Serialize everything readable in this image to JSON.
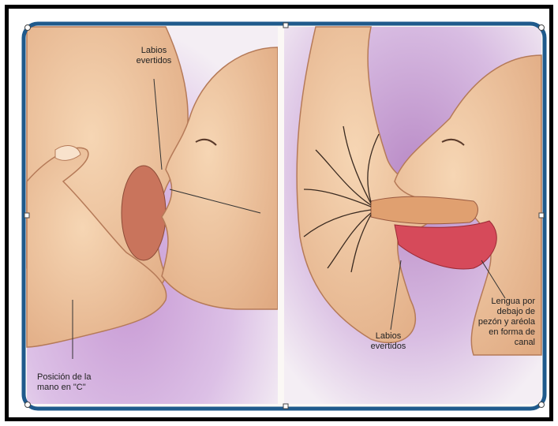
{
  "labels": {
    "labios_top_line1": "Labios",
    "labios_top_line2": "evertidos",
    "posicion_line1": "Posición de la",
    "posicion_line2": "mano en \"C\"",
    "labios_bottom_line1": "Labios",
    "labios_bottom_line2": "evertidos",
    "lengua_line1": "Lengua por",
    "lengua_line2": "debajo de",
    "lengua_line3": "pezón y aréola",
    "lengua_line4": "en forma de",
    "lengua_line5": "canal"
  },
  "colors": {
    "frame": "#1f5a8c",
    "skin": "#f0c7a0",
    "skin_shadow": "#dca47c",
    "background_purple": "#b98ac6",
    "areola": "#c9745c",
    "tongue": "#d64a5a",
    "ducts": "#3a2a20"
  }
}
